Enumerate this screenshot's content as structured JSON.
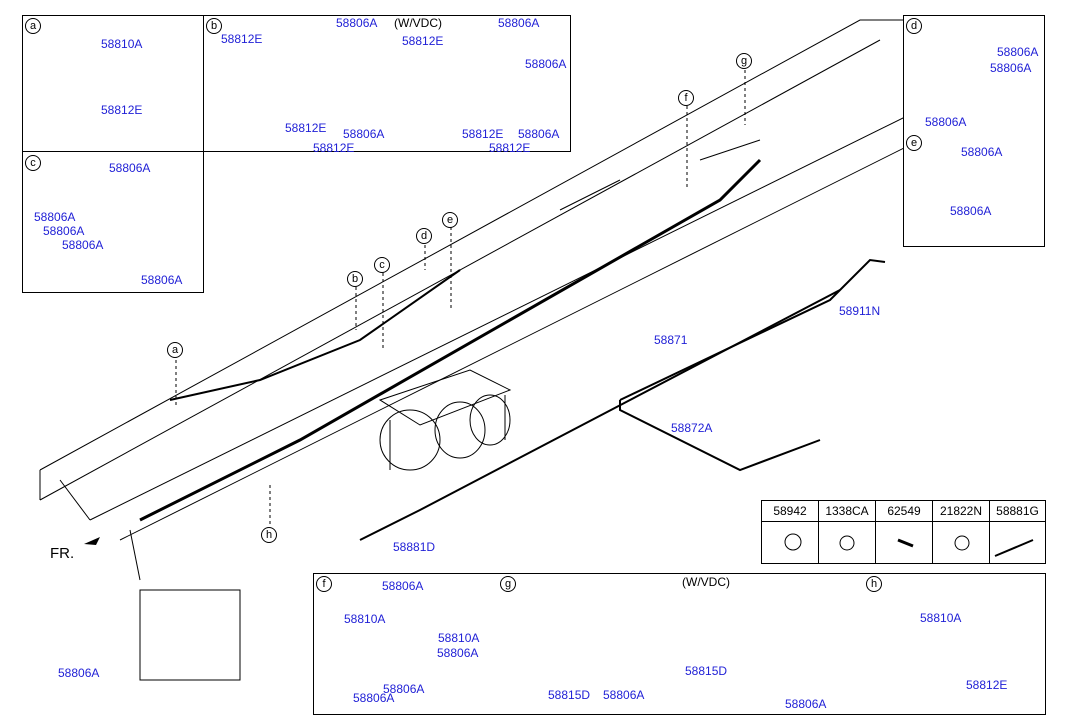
{
  "callouts": {
    "a": "a",
    "b": "b",
    "c": "c",
    "d": "d",
    "e": "e",
    "f": "f",
    "g": "g",
    "h": "h"
  },
  "panel_a": {
    "l1": "58810A",
    "l2": "58812E"
  },
  "panel_b": {
    "l1": "58812E",
    "l2": "58806A",
    "l3": "58812E",
    "l4": "58806A",
    "l5": "58812E",
    "vdc": "(W/VDC)",
    "l6": "58812E",
    "l7": "58806A",
    "l8": "58806A",
    "l9": "58812E",
    "l10": "58806A",
    "l11": "58812E"
  },
  "panel_c": {
    "l1": "58806A",
    "l2": "58806A",
    "l3": "58806A",
    "l4": "58806A",
    "l5": "58806A"
  },
  "panel_d": {
    "l1": "58806A",
    "l2": "58806A",
    "l3": "58806A"
  },
  "panel_e": {
    "l1": "58806A",
    "l2": "58806A"
  },
  "panel_f": {
    "l1": "58806A",
    "l2": "58810A",
    "l3": "58810A",
    "l4": "58806A",
    "l5": "58806A",
    "l6": "58806A"
  },
  "panel_g": {
    "l1": "58815D",
    "l2": "58806A",
    "vdc": "(W/VDC)",
    "l3": "58815D",
    "l4": "58806A"
  },
  "panel_h": {
    "l1": "58810A",
    "l2": "58812E"
  },
  "main": {
    "p1": "58871",
    "p2": "58911N",
    "p3": "58872A",
    "p4": "58881D",
    "p5": "58806A",
    "front": "FR."
  },
  "parts_table": {
    "headers": [
      "58942",
      "1338CA",
      "62549",
      "21822N",
      "58881G"
    ]
  }
}
